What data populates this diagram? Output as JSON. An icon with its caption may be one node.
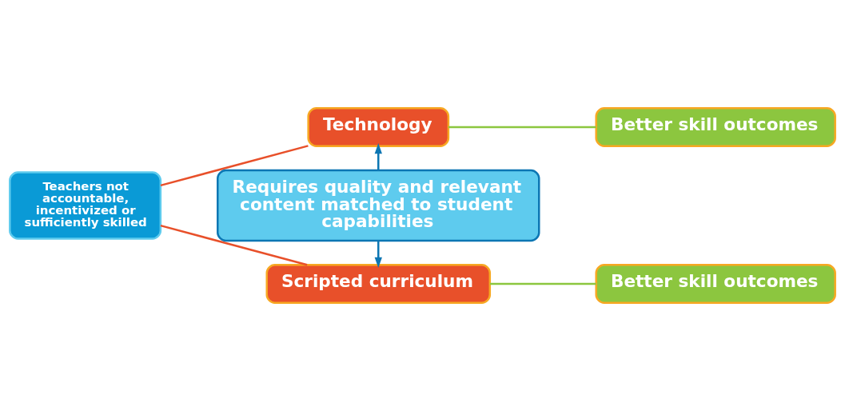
{
  "diagram": {
    "nodes": [
      {
        "text": [
          "Teachers not accountable, incentivized or sufficiently skilled"
        ]
      },
      {
        "text": [
          "Technology"
        ]
      },
      {
        "text": [
          "Requires quality and relevant content matched to student capabilities"
        ]
      },
      {
        "text": [
          "Scripted curriculum"
        ]
      },
      {
        "text": [
          "Better skill outcomes"
        ]
      },
      {
        "text": [
          "Better skill outcomes"
        ]
      }
    ],
    "edges": [
      {
        "from": 0,
        "to": 1,
        "arrow": "none",
        "color": "#e8502a"
      },
      {
        "from": 0,
        "to": 3,
        "arrow": "none",
        "color": "#e8502a"
      },
      {
        "from": 2,
        "to": 1,
        "arrow": "to",
        "color": "#0c76b3"
      },
      {
        "from": 2,
        "to": 3,
        "arrow": "to",
        "color": "#0c76b3"
      },
      {
        "from": 1,
        "to": 4,
        "arrow": "none",
        "color": "#8cc63f"
      },
      {
        "from": 3,
        "to": 5,
        "arrow": "none",
        "color": "#8cc63f"
      }
    ]
  }
}
